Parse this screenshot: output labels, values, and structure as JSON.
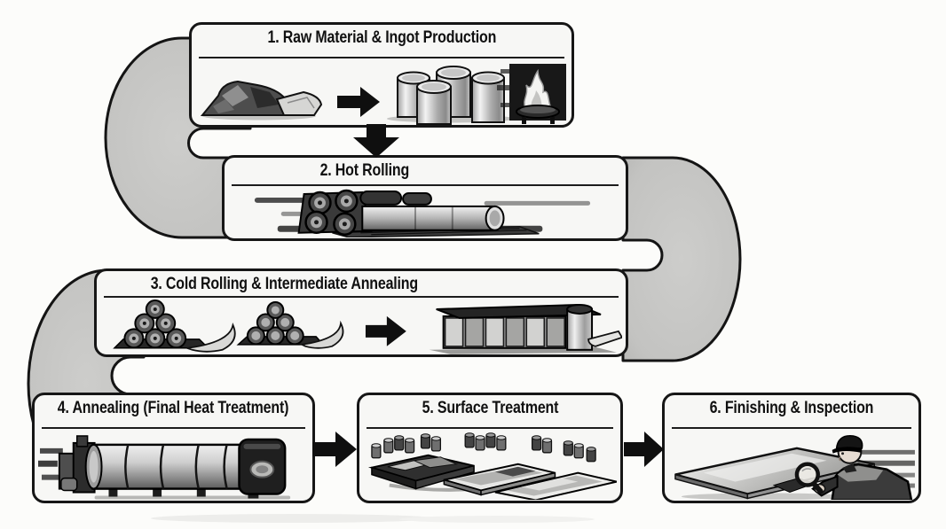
{
  "steps": [
    {
      "label": "1. Raw Material & Ingot Production",
      "illustration": "ore-rocks-arrow-ingots-furnace"
    },
    {
      "label": "2. Hot Rolling",
      "illustration": "roller-stand-and-hot-steel-tube"
    },
    {
      "label": "3. Cold Rolling & Intermediate Annealing",
      "illustration": "coil-stacks-arrow-annealing-line"
    },
    {
      "label": "4. Annealing (Final Heat Treatment)",
      "illustration": "horizontal-annealing-furnace"
    },
    {
      "label": "5. Surface Treatment",
      "illustration": "treatment-trays-and-canisters"
    },
    {
      "label": "6. Finishing & Inspection",
      "illustration": "inspector-examining-sheet-with-magnifier"
    }
  ],
  "connectors": [
    {
      "from": 1,
      "to": 2,
      "type": "black-arrow-down"
    },
    {
      "from": 2,
      "to": 3,
      "type": "gray-track-u-turn-right"
    },
    {
      "from": 3,
      "to": 4,
      "type": "gray-track-u-turn-left"
    },
    {
      "from": 4,
      "to": 5,
      "type": "black-arrow-right"
    },
    {
      "from": 5,
      "to": 6,
      "type": "black-arrow-right"
    }
  ],
  "colors": {
    "background": "#fcfcfa",
    "box_fill": "#f7f7f5",
    "outline": "#161616",
    "track_gray": "#c3c3c1",
    "arrow_black": "#0f0f0f"
  }
}
